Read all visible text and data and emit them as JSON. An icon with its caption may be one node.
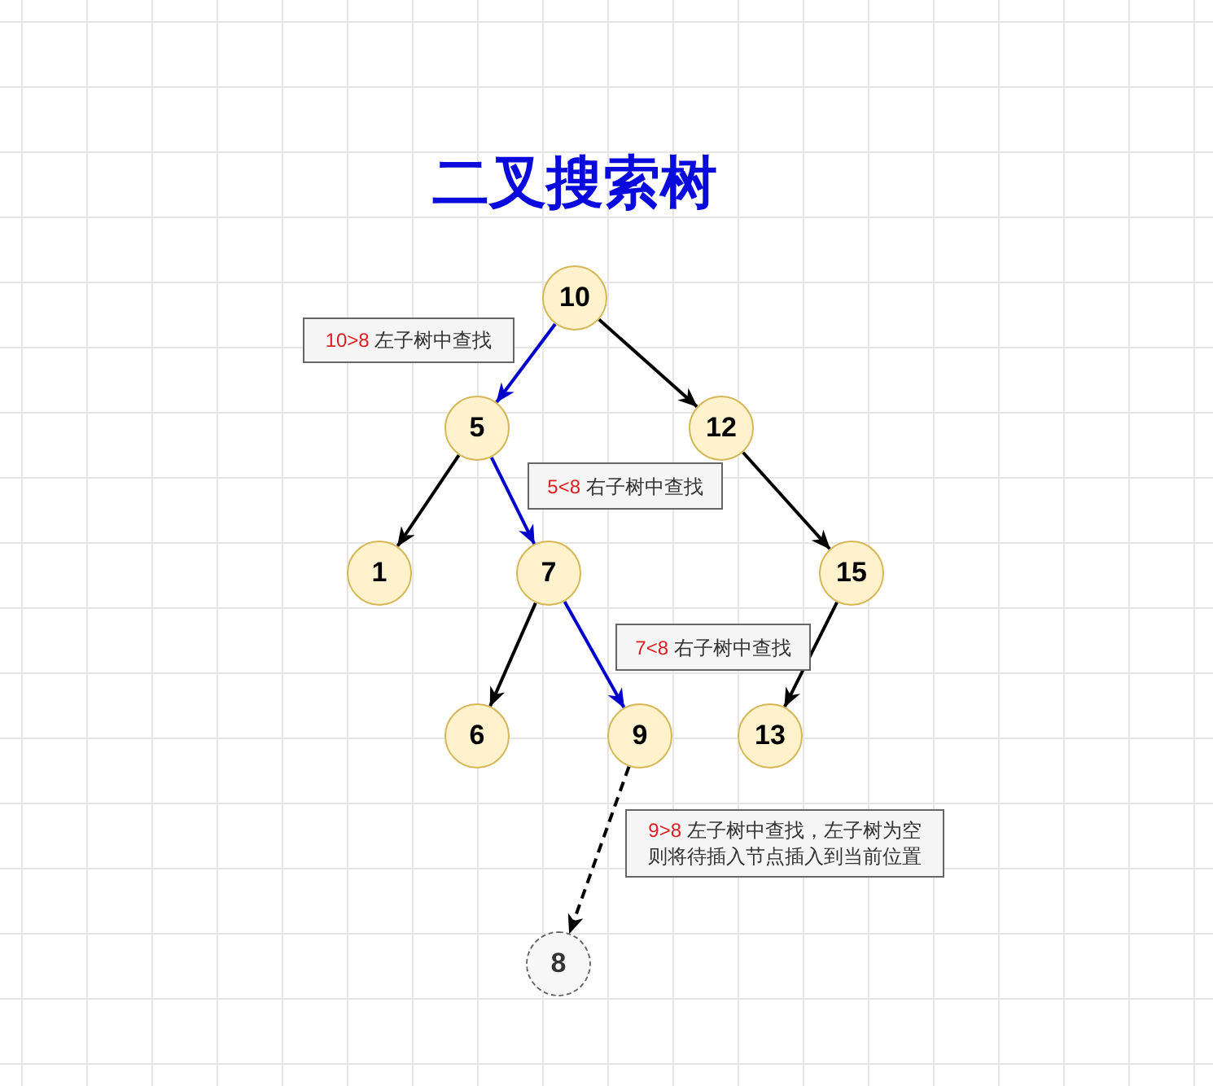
{
  "diagram": {
    "title": "二叉搜索树",
    "nodes": [
      {
        "text": [
          "10"
        ]
      },
      {
        "text": [
          "10>8",
          "左子树中查找"
        ]
      },
      {
        "text": [
          "5"
        ]
      },
      {
        "text": [
          "12"
        ]
      },
      {
        "text": [
          "5<8",
          "右子树中查找"
        ]
      },
      {
        "text": [
          "1"
        ]
      },
      {
        "text": [
          "7"
        ]
      },
      {
        "text": [
          "15"
        ]
      },
      {
        "text": [
          "7<8",
          "右子树中查找"
        ]
      },
      {
        "text": [
          "6"
        ]
      },
      {
        "text": [
          "9"
        ]
      },
      {
        "text": [
          "13"
        ]
      },
      {
        "text": [
          "9>8",
          "左子树中查找，左子树为空则将待插入节点插入到当前位置"
        ]
      },
      {
        "text": [
          "8"
        ]
      }
    ],
    "edges": [
      {
        "from": 0,
        "to": 2,
        "arrow": "to",
        "color": "#0000cc"
      },
      {
        "from": 0,
        "to": 3,
        "arrow": "to"
      },
      {
        "from": 2,
        "to": 5,
        "arrow": "to"
      },
      {
        "from": 2,
        "to": 6,
        "arrow": "to",
        "color": "#0000cc"
      },
      {
        "from": 3,
        "to": 7,
        "arrow": "to"
      },
      {
        "from": 6,
        "to": 9,
        "arrow": "to"
      },
      {
        "from": 6,
        "to": 10,
        "arrow": "to",
        "color": "#0000cc"
      },
      {
        "from": 7,
        "to": 11,
        "arrow": "to"
      },
      {
        "from": 10,
        "to": 13,
        "arrow": "to",
        "style": "dashed"
      }
    ]
  }
}
